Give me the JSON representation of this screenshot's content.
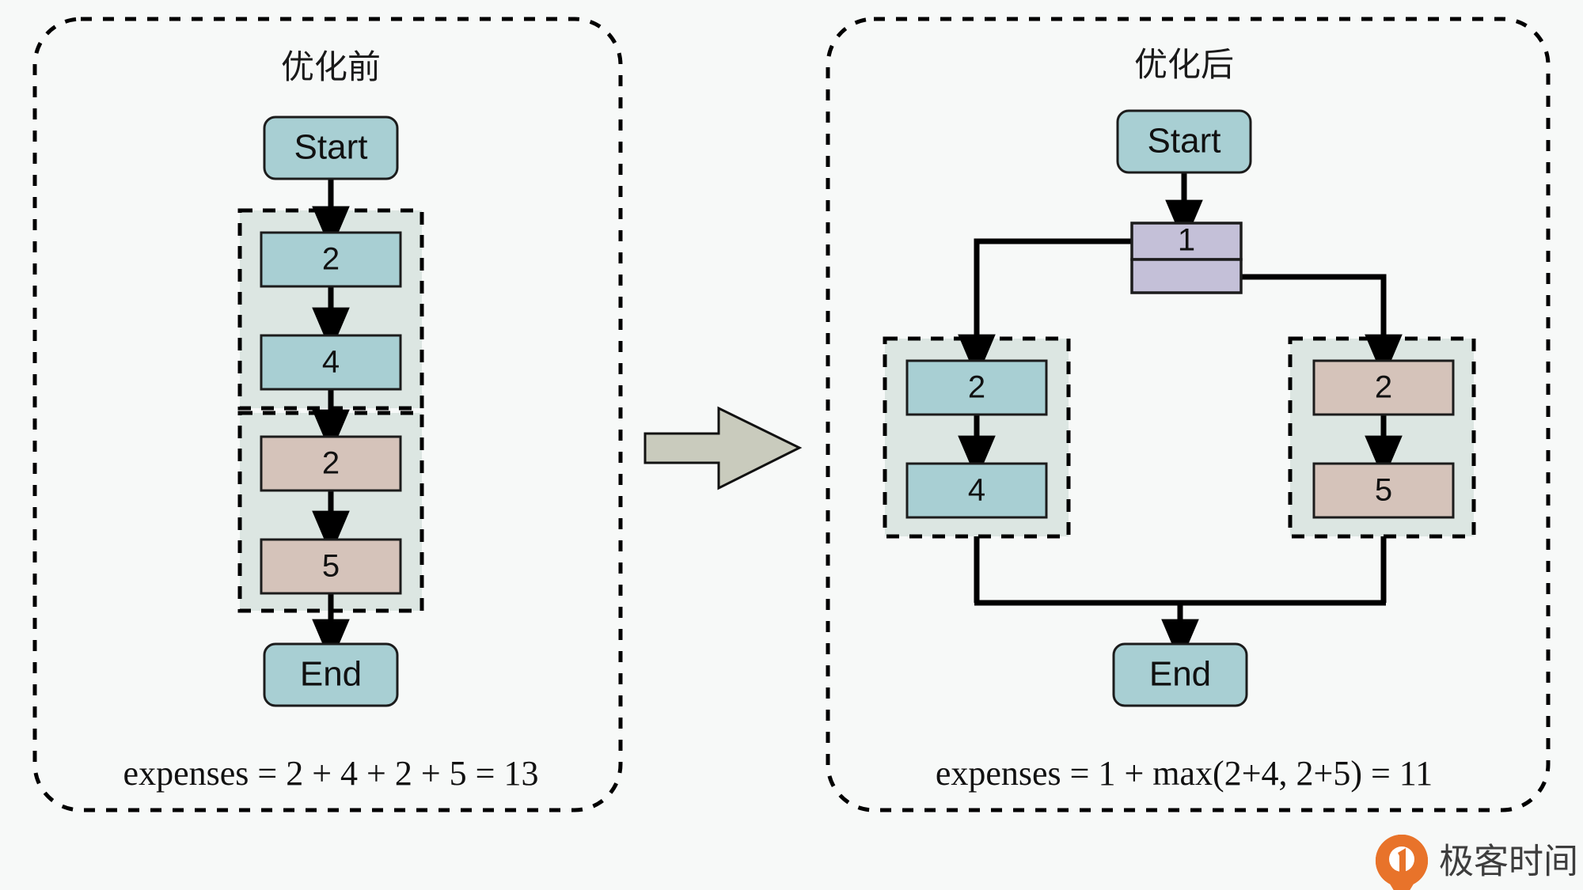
{
  "diagram": {
    "title_semantic": "pipeline-cost-optimization-comparison",
    "panels": [
      {
        "id": "before",
        "title": "优化前",
        "start_label": "Start",
        "end_label": "End",
        "groups": [
          {
            "id": "group-a",
            "nodes": [
              {
                "label": "2",
                "color": "teal"
              },
              {
                "label": "4",
                "color": "teal"
              }
            ]
          },
          {
            "id": "group-b",
            "nodes": [
              {
                "label": "2",
                "color": "tan"
              },
              {
                "label": "5",
                "color": "tan"
              }
            ]
          }
        ],
        "formula": "expenses = 2 + 4 + 2 + 5 = 13"
      },
      {
        "id": "after",
        "title": "优化后",
        "start_label": "Start",
        "end_label": "End",
        "split_node": {
          "label": "1",
          "sub_label": "",
          "color": "purple"
        },
        "groups": [
          {
            "id": "group-left",
            "nodes": [
              {
                "label": "2",
                "color": "teal"
              },
              {
                "label": "4",
                "color": "teal"
              }
            ]
          },
          {
            "id": "group-right",
            "nodes": [
              {
                "label": "2",
                "color": "tan"
              },
              {
                "label": "5",
                "color": "tan"
              }
            ]
          }
        ],
        "formula": "expenses = 1 + max(2+4, 2+5) = 11"
      }
    ],
    "transform_arrow": "right-block-arrow"
  },
  "colors": {
    "background": "#f7f9f8",
    "teal_node": "#a8cfd3",
    "tan_node": "#d5c3ba",
    "purple_node": "#c4c0d8",
    "group_fill": "#dce6e2",
    "arrow_fill": "#c9cbbd",
    "stroke": "#000000",
    "watermark_orange": "#e8732a"
  },
  "watermark": {
    "text": "极客时间",
    "logo": "geektime-logo-icon"
  }
}
